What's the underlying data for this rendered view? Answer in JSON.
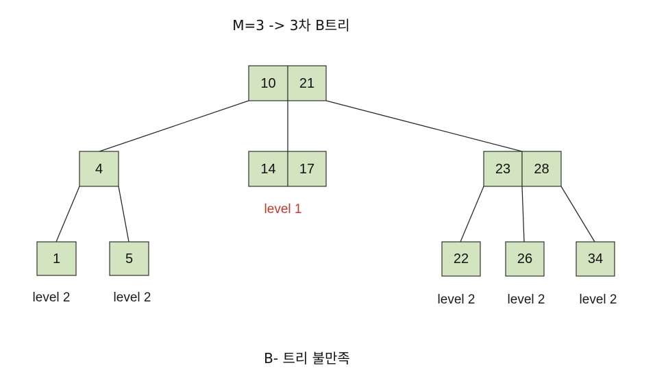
{
  "title": "M=3 -> 3차 B트리",
  "caption": "B- 트리 불만족",
  "nodes": {
    "root": {
      "keys": [
        "10",
        "21"
      ]
    },
    "left": {
      "keys": [
        "4"
      ]
    },
    "middle": {
      "keys": [
        "14",
        "17"
      ],
      "label": "level 1"
    },
    "right": {
      "keys": [
        "23",
        "28"
      ]
    },
    "leaf1": {
      "keys": [
        "1"
      ],
      "label": "level 2"
    },
    "leaf5": {
      "keys": [
        "5"
      ],
      "label": "level 2"
    },
    "leaf22": {
      "keys": [
        "22"
      ],
      "label": "level 2"
    },
    "leaf26": {
      "keys": [
        "26"
      ],
      "label": "level 2"
    },
    "leaf34": {
      "keys": [
        "34"
      ],
      "label": "level 2"
    }
  },
  "edges": [
    {
      "from": "root",
      "to": "left"
    },
    {
      "from": "root",
      "to": "middle"
    },
    {
      "from": "root",
      "to": "right"
    },
    {
      "from": "left",
      "to": "leaf1"
    },
    {
      "from": "left",
      "to": "leaf5"
    },
    {
      "from": "right",
      "to": "leaf22"
    },
    {
      "from": "right",
      "to": "leaf26"
    },
    {
      "from": "right",
      "to": "leaf34"
    }
  ],
  "colors": {
    "node_fill": "#d3e5c0",
    "highlight_label": "#c0392b"
  }
}
